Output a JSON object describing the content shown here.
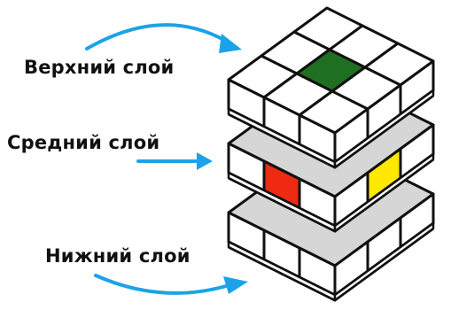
{
  "labels": {
    "top_layer": "Верхний слой",
    "middle_layer": "Средний слой",
    "bottom_layer": "Нижний слой"
  },
  "colors": {
    "arrow": "#1aa3e8",
    "outline": "#111111",
    "sticker_white": "#ffffff",
    "shadow": "#d6d6d6",
    "top_center": "#1f6f22",
    "middle_left_center": "#ee2a12",
    "middle_right_center": "#ffe800"
  },
  "cube": {
    "size": 3,
    "layers": [
      "top",
      "middle",
      "bottom"
    ],
    "highlighted_stickers": [
      {
        "face": "top",
        "position": "center",
        "color": "green"
      },
      {
        "face": "middle-left",
        "position": "center",
        "color": "red"
      },
      {
        "face": "middle-right",
        "position": "center",
        "color": "yellow"
      }
    ]
  }
}
